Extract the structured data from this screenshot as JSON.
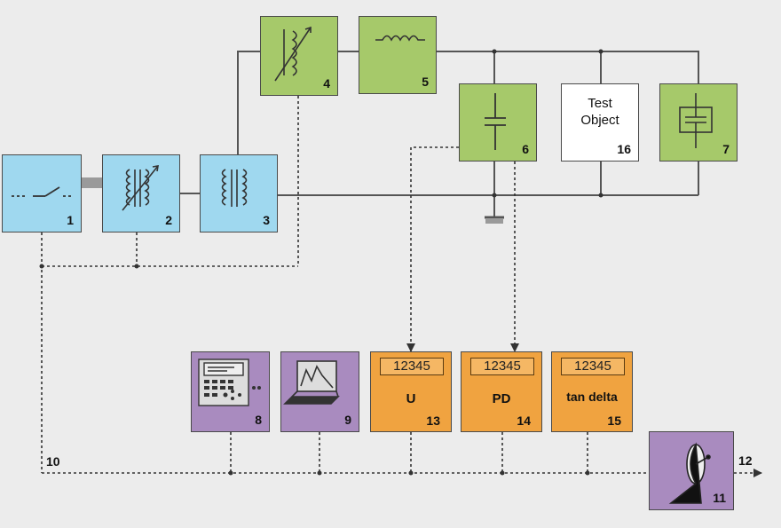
{
  "blocks": [
    {
      "id": "1",
      "number": "1",
      "kind": "switch"
    },
    {
      "id": "2",
      "number": "2",
      "kind": "variable-transformer"
    },
    {
      "id": "3",
      "number": "3",
      "kind": "transformer"
    },
    {
      "id": "4",
      "number": "4",
      "kind": "variable-inductor"
    },
    {
      "id": "5",
      "number": "5",
      "kind": "inductor"
    },
    {
      "id": "6",
      "number": "6",
      "kind": "capacitor"
    },
    {
      "id": "16",
      "number": "16",
      "kind": "test-object",
      "text": [
        "Test",
        "Object"
      ]
    },
    {
      "id": "7",
      "number": "7",
      "kind": "coupling-element"
    },
    {
      "id": "8",
      "number": "8",
      "kind": "control-unit"
    },
    {
      "id": "9",
      "number": "9",
      "kind": "laptop"
    },
    {
      "id": "13",
      "number": "13",
      "kind": "meter",
      "display": "12345",
      "label": "U"
    },
    {
      "id": "14",
      "number": "14",
      "kind": "meter",
      "display": "12345",
      "label": "PD"
    },
    {
      "id": "15",
      "number": "15",
      "kind": "meter",
      "display": "12345",
      "label": "tan delta"
    },
    {
      "id": "11",
      "number": "11",
      "kind": "antenna"
    }
  ],
  "bus_labels": {
    "bus": "10",
    "output": "12"
  },
  "colors": {
    "power_blocks": "#9fd8ef",
    "reactive_blocks": "#a6c96a",
    "control_blocks": "#a98bbf",
    "measurement_blocks": "#f0a340",
    "wiring": "#555555"
  }
}
